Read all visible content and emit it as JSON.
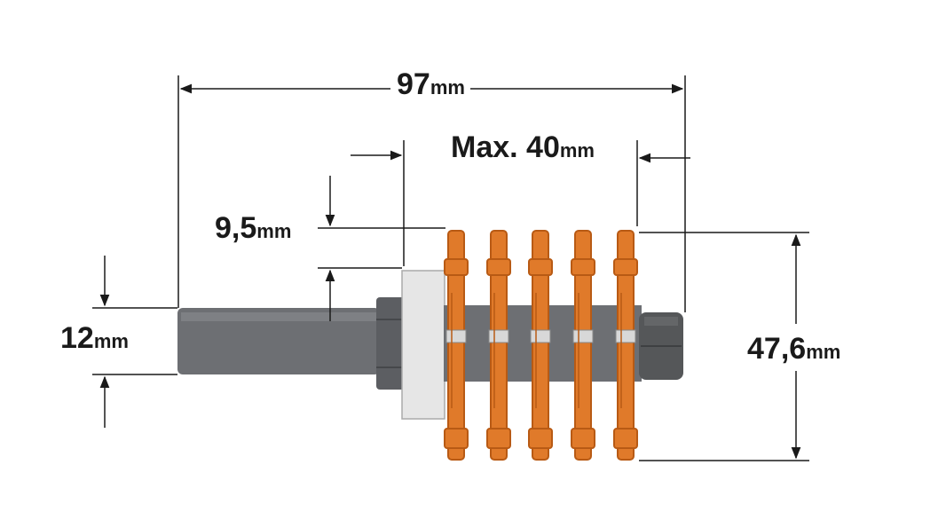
{
  "dimensions": {
    "overall_length": {
      "value": "97",
      "unit": "mm"
    },
    "max_cut": {
      "value": "Max. 40",
      "unit": "mm"
    },
    "cutter_offset": {
      "value": "9,5",
      "unit": "mm"
    },
    "shank_diameter": {
      "value": "12",
      "unit": "mm"
    },
    "cut_diameter": {
      "value": "47,6",
      "unit": "mm"
    }
  },
  "colors": {
    "shank": "#6d6f73",
    "shank_dark": "#4e5054",
    "spacer": "#e6e6e6",
    "cutter": "#e07a2a",
    "cutter_dark": "#b85a14",
    "tip": "#d8d8d8",
    "line": "#1a1a1a"
  }
}
